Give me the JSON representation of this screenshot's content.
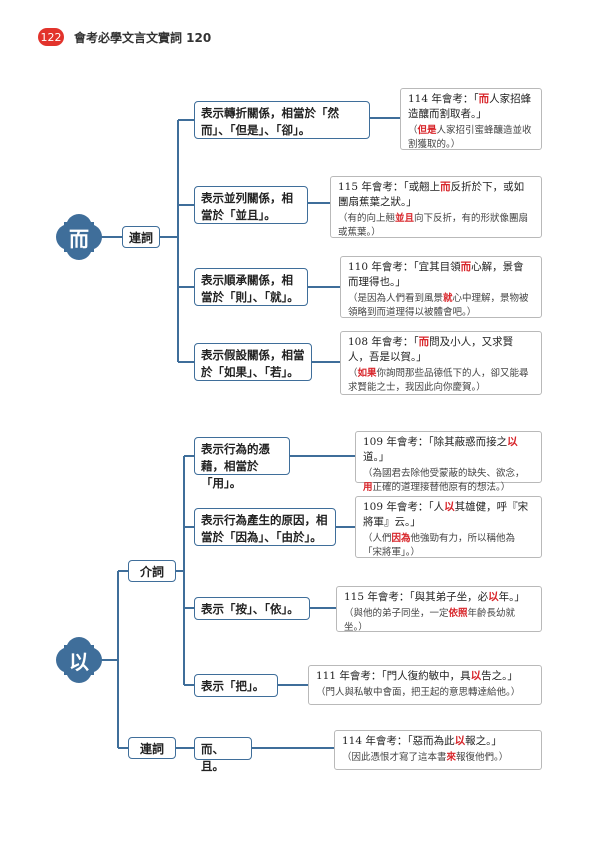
{
  "header": {
    "page_number": "122",
    "book_title": "會考必學文言文實詞 120"
  },
  "colors": {
    "accent": "#3f6e9a",
    "highlight": "#d8262b",
    "badge": "#e2332c"
  },
  "er": {
    "char": "而",
    "category": "連詞",
    "items": [
      {
        "meaning": "表示轉折關係，相當於「然而」、「但是」、「卻」。",
        "q": [
          "114 年會考：「",
          "而",
          "人家招蜂造釀而割取者。」"
        ],
        "t": [
          "（",
          "但是",
          "人家招引蜜蜂釀造並收割獲取的。）"
        ]
      },
      {
        "meaning": "表示並列關係，相當於「並且」。",
        "q": [
          "115 年會考：「或翹上",
          "而",
          "反折於下，或如團扇蕉葉之狀。」"
        ],
        "t": [
          "（有的向上翹",
          "並且",
          "向下反折，有的形狀像團扇或蕉葉。）"
        ]
      },
      {
        "meaning": "表示順承關係，相當於「則」、「就」。",
        "q": [
          "110 年會考：「宜其目領",
          "而",
          "心解，景會而理得也。」"
        ],
        "t": [
          "（是因為人們看到風景",
          "就",
          "心中理解，景物被領略到而道理得以被體會吧。）"
        ]
      },
      {
        "meaning": "表示假設關係，相當於「如果」、「若」。",
        "q": [
          "108 年會考：「",
          "而",
          "問及小人，又求賢人，吾是以賀。」"
        ],
        "t": [
          "（",
          "如果",
          "你詢問那些品德低下的人，卻又能尋求賢能之士，我因此向你慶賀。）"
        ]
      }
    ]
  },
  "yi": {
    "char": "以",
    "categories": [
      "介詞",
      "連詞"
    ],
    "items": [
      {
        "meaning": "表示行為的憑藉，相當於「用」。",
        "q": [
          "109 年會考：「除其蔽惑而接之",
          "以",
          "道。」"
        ],
        "t": [
          "（為國君去除他受蒙蔽的缺失、欲念，",
          "用",
          "正確的道理接替他原有的想法。）"
        ]
      },
      {
        "meaning": "表示行為產生的原因，相當於「因為」、「由於」。",
        "q": [
          "109 年會考：「人",
          "以",
          "其雄健，呼『宋將軍』云。」"
        ],
        "t": [
          "（人們",
          "因為",
          "他強勁有力，所以稱他為「宋將軍」。）"
        ]
      },
      {
        "meaning": "表示「按」、「依」。",
        "q": [
          "115 年會考：「與其弟子坐，必",
          "以",
          "年。」"
        ],
        "t": [
          "（與他的弟子同坐，一定",
          "依照",
          "年齡長幼就坐。）"
        ]
      },
      {
        "meaning": "表示「把」。",
        "q": [
          "111 年會考：「門人復約敏中，具",
          "以",
          "告之。」"
        ],
        "t": [
          "（門人與私敏中會面，把王起的意思轉達給他。）",
          "",
          ""
        ]
      },
      {
        "meaning": "而、且。",
        "q": [
          "114 年會考：「惡而為此",
          "以",
          "報之。」"
        ],
        "t": [
          "（因此憑恨才寫了這本書",
          "來",
          "報復他們。）"
        ]
      }
    ]
  }
}
